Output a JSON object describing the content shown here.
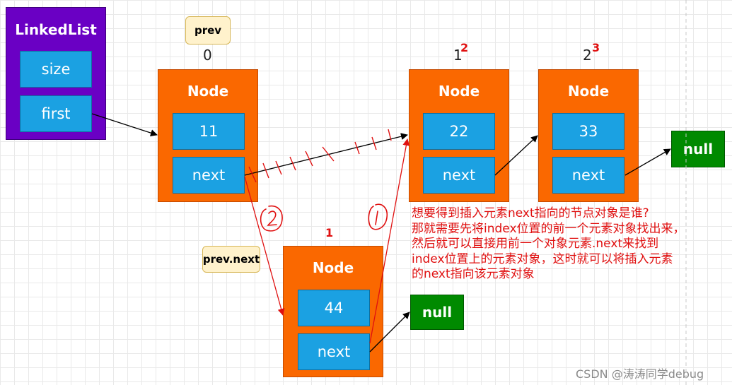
{
  "linkedlist": {
    "title": "LinkedList",
    "fields": [
      "size",
      "first"
    ]
  },
  "labels": {
    "prev": "prev",
    "prev_next": "prev.next",
    "index0": "0",
    "index1": "1",
    "index2": "2",
    "red_superscript_2": "2",
    "red_superscript_3": "3",
    "red_new_node": "1"
  },
  "nodes": [
    {
      "title": "Node",
      "value": "11",
      "next": "next"
    },
    {
      "title": "Node",
      "value": "22",
      "next": "next"
    },
    {
      "title": "Node",
      "value": "33",
      "next": "next"
    },
    {
      "title": "Node",
      "value": "44",
      "next": "next"
    }
  ],
  "nulls": [
    "null",
    "null"
  ],
  "note_lines": [
    "想要得到插入元素next指向的节点对象是谁?",
    "那就需要先将index位置的前一个元素对象找出来，",
    "然后就可以直接用前一个对象元素.next来找到",
    "index位置上的元素对象，这时就可以将插入元素",
    "的next指向该元素对象"
  ],
  "watermark": "CSDN @涛涛同学debug",
  "colors": {
    "linkedlist": "#6a00c4",
    "node": "#fa6800",
    "field": "#1ba1e2",
    "null": "#008a00",
    "annotation": "#e01010"
  }
}
